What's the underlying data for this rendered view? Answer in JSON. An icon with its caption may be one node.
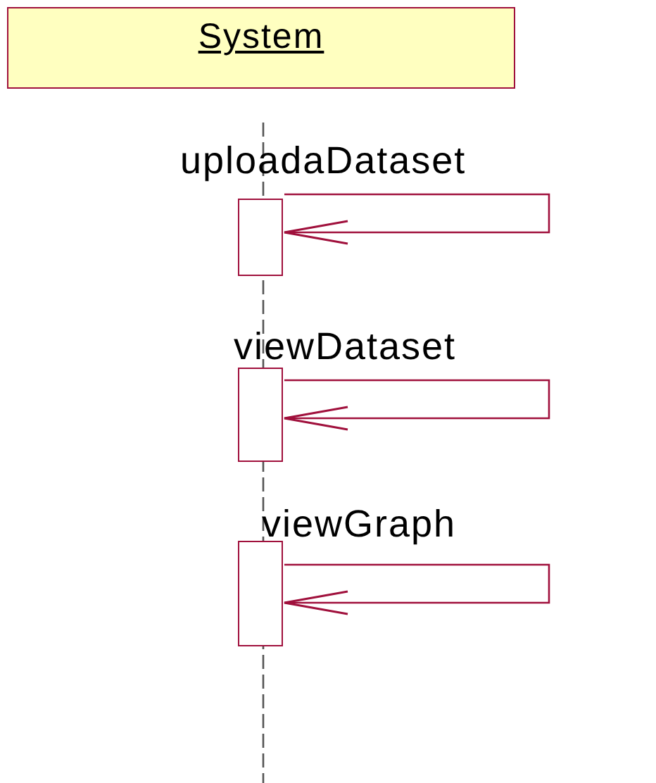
{
  "diagram": {
    "nodes": [
      {
        "text": [
          "System"
        ]
      },
      {
        "text": [],
        "shape": "bar"
      },
      {
        "text": [],
        "shape": "bar"
      },
      {
        "text": [],
        "shape": "bar"
      }
    ],
    "edges": [
      {
        "from": 1,
        "to": 1,
        "arrow": "to",
        "label": "uploadaDataset"
      },
      {
        "from": 2,
        "to": 2,
        "arrow": "to",
        "label": "viewDataset"
      },
      {
        "from": 3,
        "to": 3,
        "arrow": "to",
        "label": "viewGraph"
      }
    ]
  }
}
